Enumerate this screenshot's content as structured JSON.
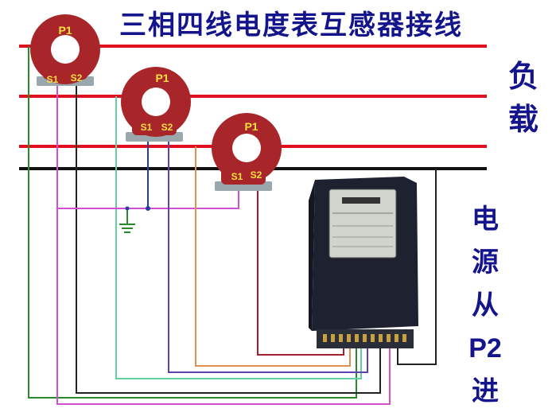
{
  "title": "三相四线电度表互感器接线",
  "load_label": [
    "负",
    "载"
  ],
  "source_label": [
    "电",
    "源",
    "从",
    "P2",
    "进"
  ],
  "ct_labels": {
    "p1": "P1",
    "s1": "S1",
    "s2": "S2"
  },
  "colors": {
    "phase_line": "#e01020",
    "neutral_line": "#111111",
    "ct_body": "#a8262a",
    "text_blue": "#14148c",
    "wire_green": "#2a8a2a",
    "wire_magenta": "#d050d0",
    "wire_black": "#222222",
    "wire_cyan": "#60d0a0",
    "wire_blue": "#2a3aa0",
    "wire_purple": "#6040b0",
    "wire_orange": "#e09050",
    "wire_red": "#a02030",
    "meter_body": "#1e2230"
  }
}
